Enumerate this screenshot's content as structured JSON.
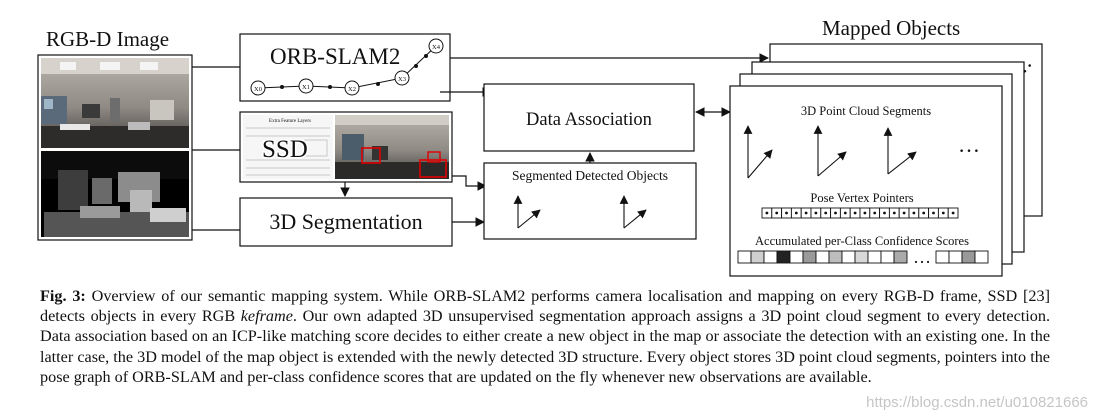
{
  "figure": {
    "rgbd_title": "RGB-D Image",
    "orb_slam_label": "ORB-SLAM2",
    "node_labels": [
      "X0",
      "X1",
      "X2",
      "X3",
      "X4"
    ],
    "ssd_label": "SSD",
    "ssd_screenshot_title": "Extra Feature Layers",
    "segmentation_label": "3D Segmentation",
    "data_association_label": "Data Association",
    "segmented_objects_label": "Segmented Detected Objects",
    "mapped_objects_title": "Mapped Objects",
    "point_cloud_label": "3D Point Cloud Segments",
    "pose_vertex_label": "Pose Vertex Pointers",
    "confidence_label": "Accumulated per-Class Confidence Scores",
    "ellipsis": "…"
  },
  "caption": {
    "label": "Fig. 3:",
    "text_before": " Overview of our semantic mapping system. While ORB-SLAM2 performs camera localisation and mapping on every RGB-D frame, SSD [23] detects objects in every RGB ",
    "emph": "keframe",
    "text_after": ". Our own adapted 3D unsupervised segmentation approach assigns a 3D point cloud segment to every detection. Data association based on an ICP-like matching score decides to either create a new object in the map or associate the detection with an existing one. In the latter case, the 3D model of the map object is extended with the newly detected 3D structure. Every object stores 3D point cloud segments, pointers into the pose graph of ORB-SLAM and per-class confidence scores that are updated on the fly whenever new observations are available."
  },
  "watermark": "https://blog.csdn.net/u010821666"
}
